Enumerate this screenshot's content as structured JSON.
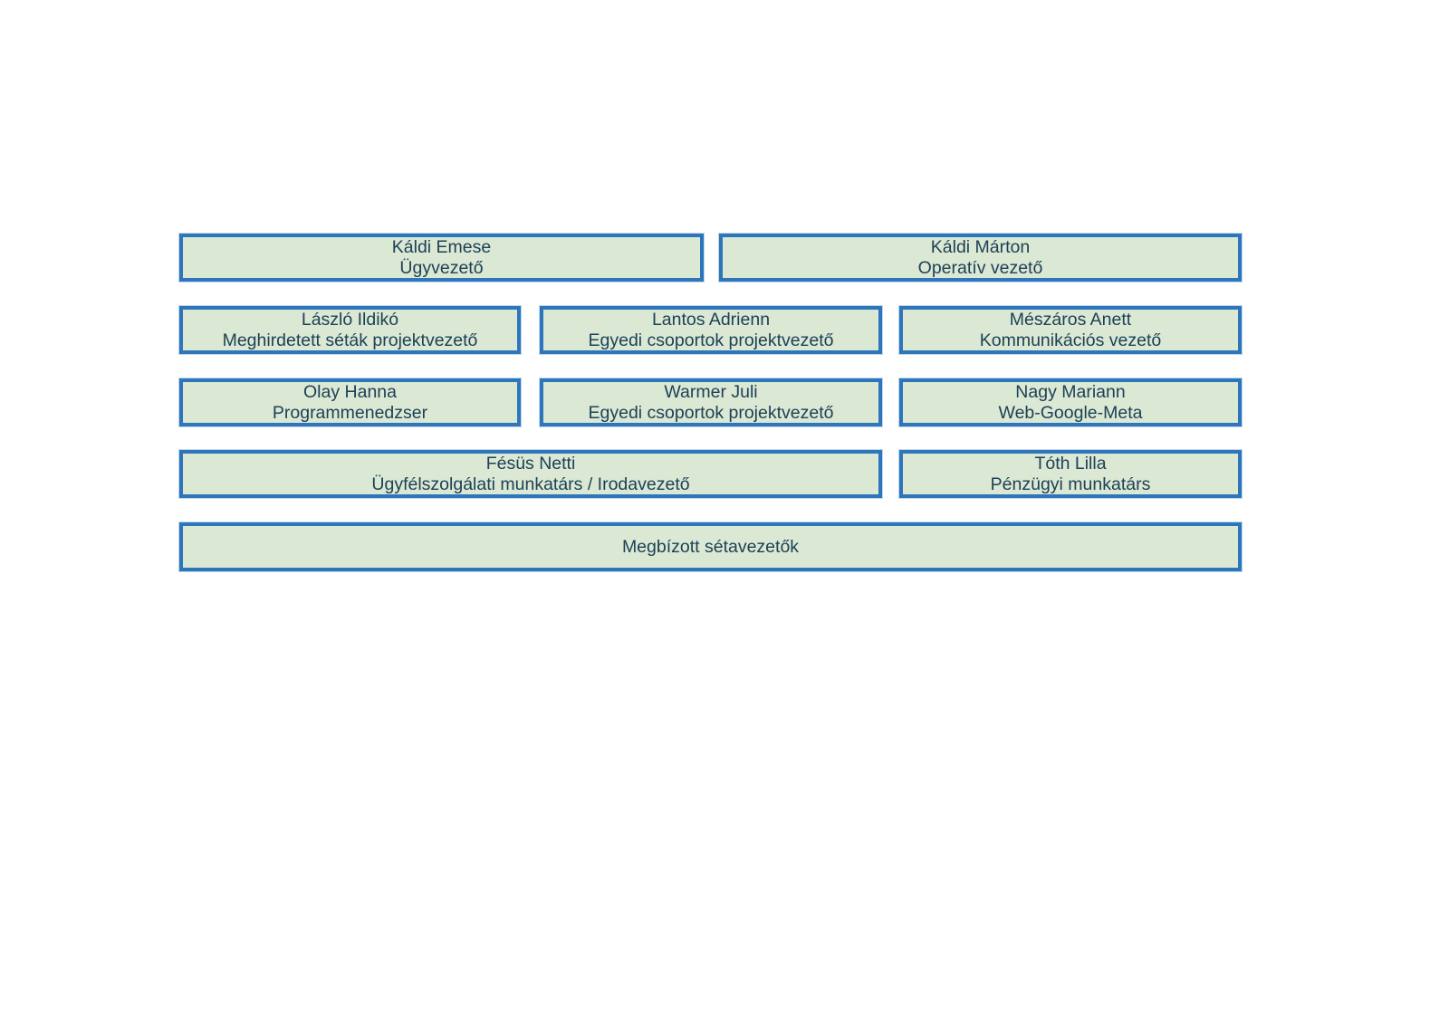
{
  "colors": {
    "page_background": "#ffffff",
    "box_fill": "#dbe8d4",
    "box_border": "#2e76bb",
    "box_text": "#1d4156"
  },
  "org_chart": {
    "boxes": [
      {
        "name": "Káldi Emese",
        "role": "Ügyvezető"
      },
      {
        "name": "Káldi Márton",
        "role": "Operatív vezető"
      },
      {
        "name": "László Ildikó",
        "role": "Meghirdetett séták projektvezető"
      },
      {
        "name": "Lantos Adrienn",
        "role": "Egyedi csoportok projektvezető"
      },
      {
        "name": "Mészáros Anett",
        "role": "Kommunikációs vezető"
      },
      {
        "name": "Olay Hanna",
        "role": "Programmenedzser"
      },
      {
        "name": "Warmer Juli",
        "role": "Egyedi csoportok projektvezető"
      },
      {
        "name": "Nagy Mariann",
        "role": "Web-Google-Meta"
      },
      {
        "name": "Fésüs Netti",
        "role": "Ügyfélszolgálati munkatárs / Irodavezető"
      },
      {
        "name": "Tóth Lilla",
        "role": "Pénzügyi munkatárs"
      },
      {
        "name": "Megbízott sétavezetők",
        "role": ""
      }
    ]
  }
}
